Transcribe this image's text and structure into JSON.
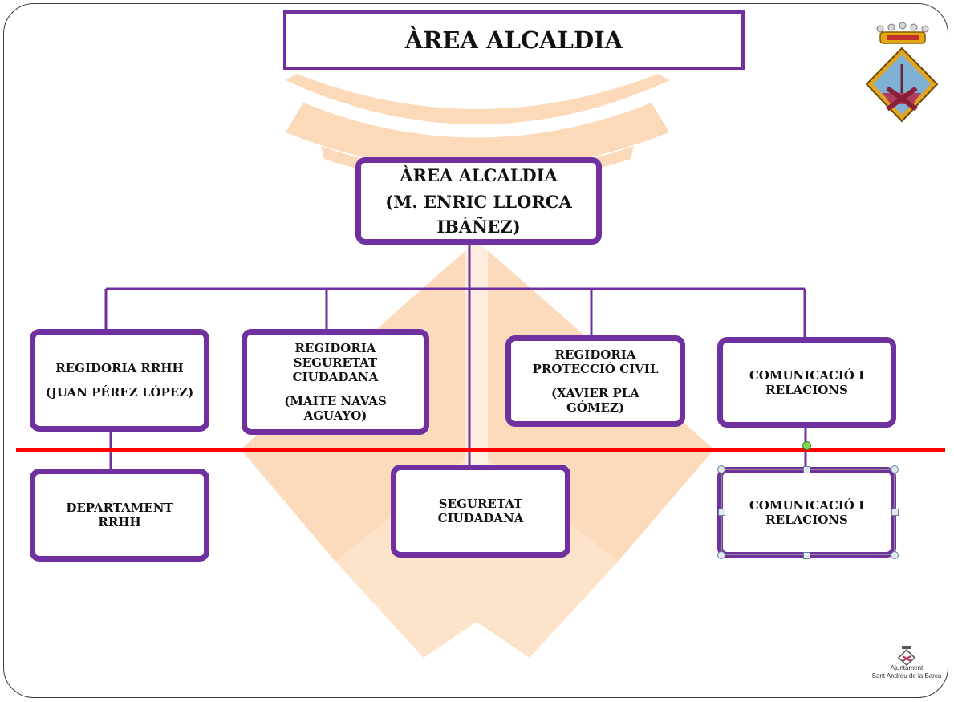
{
  "slide_title": "ÀREA ALCALDIA",
  "root": {
    "line1": "ÀREA ALCALDIA",
    "line2": "(M. ENRIC LLORCA",
    "line3": "IBÁÑEZ)"
  },
  "regidories": [
    {
      "lines": [
        "REGIDORIA RRHH"
      ],
      "person": [
        "(JUAN PÉREZ LÓPEZ)"
      ]
    },
    {
      "lines": [
        "REGIDORIA",
        "SEGURETAT",
        "CIUDADANA"
      ],
      "person": [
        "(MAITE NAVAS",
        "AGUAYO)"
      ]
    },
    {
      "lines": [
        "REGIDORIA",
        "PROTECCIÓ CIVIL"
      ],
      "person": [
        "(XAVIER PLA",
        "GÓMEZ)"
      ]
    },
    {
      "lines": [
        "COMUNICACIÓ I",
        "RELACIONS"
      ],
      "person": []
    }
  ],
  "departments": [
    {
      "lines": [
        "DEPARTAMENT",
        "RRHH"
      ]
    },
    {
      "lines": [
        "SEGURETAT",
        "CIUDADANA"
      ]
    },
    {
      "lines": [
        "COMUNICACIÓ I",
        "RELACIONS"
      ]
    }
  ],
  "footer_logo": {
    "line1": "Ajuntament",
    "line2": "Sant Andreu de la Barca"
  },
  "colors": {
    "accent": "#7030a0",
    "divider": "#ff0000",
    "watermark": "#fcd9b8",
    "background": "#ffffff"
  },
  "icons": [
    "crown-icon",
    "coat-of-arms-icon",
    "small-coat-of-arms-icon"
  ]
}
